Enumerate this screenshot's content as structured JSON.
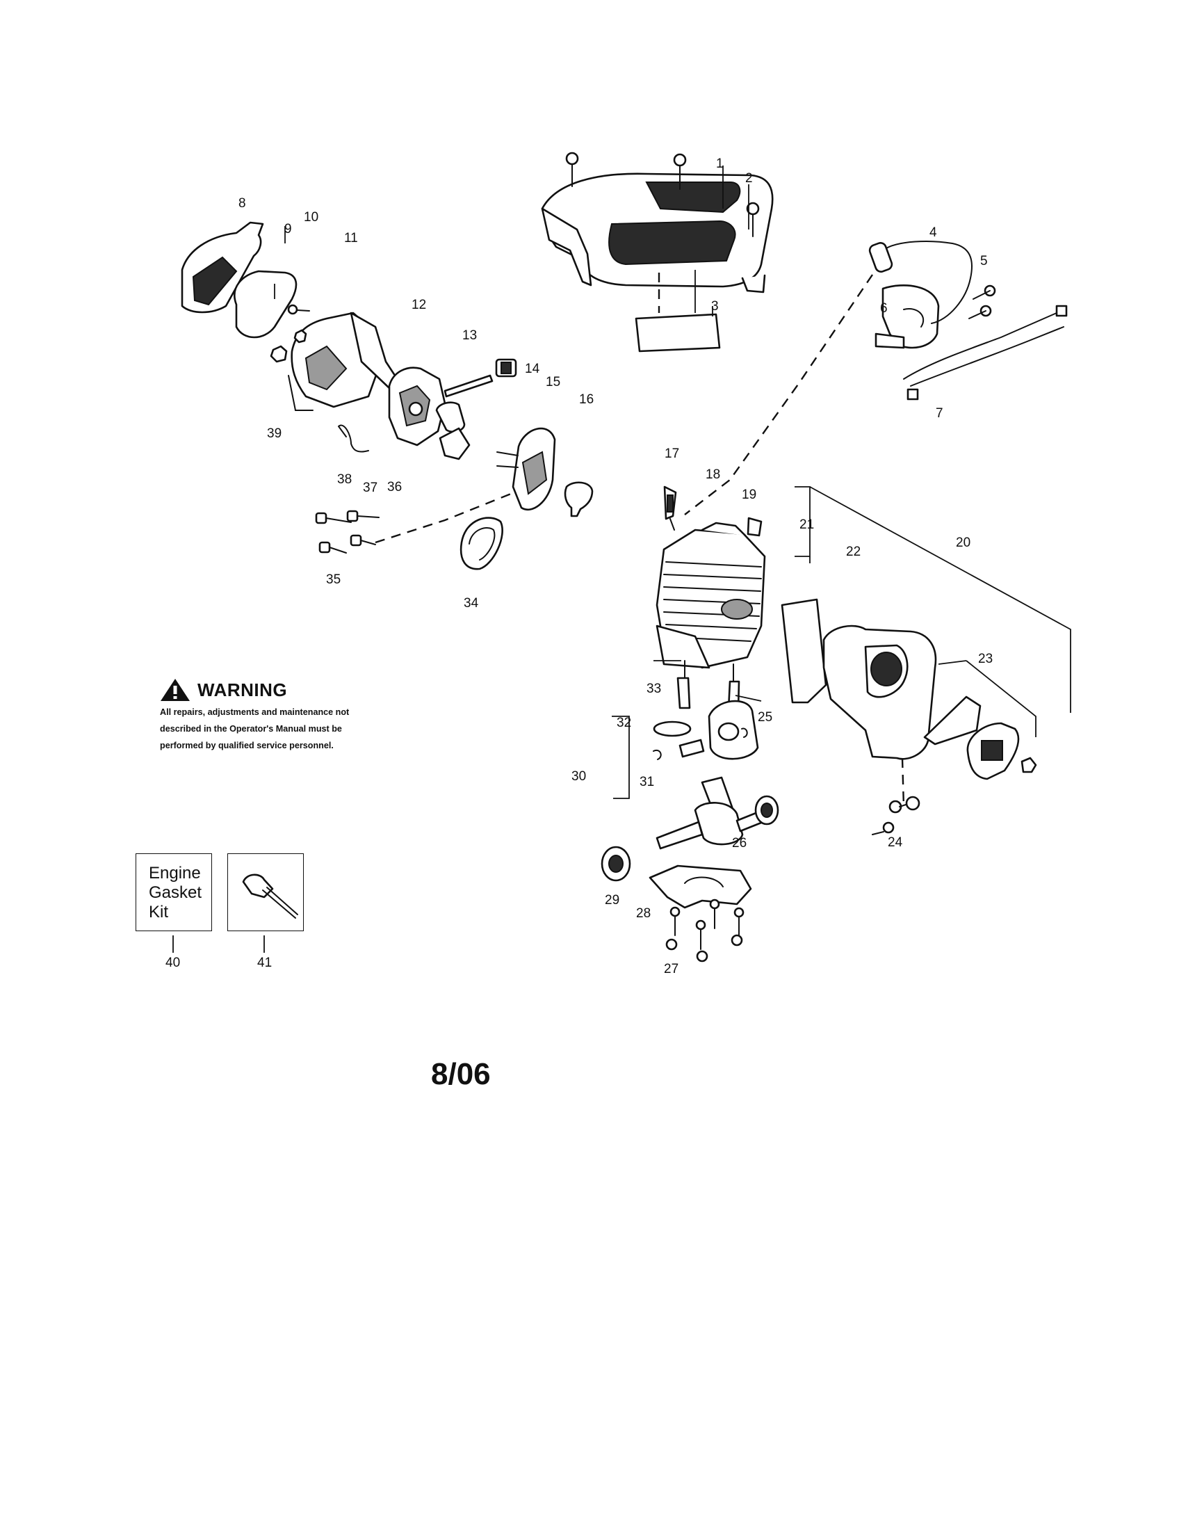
{
  "callouts": [
    "1",
    "2",
    "3",
    "4",
    "5",
    "6",
    "7",
    "8",
    "9",
    "10",
    "11",
    "12",
    "13",
    "14",
    "15",
    "16",
    "17",
    "18",
    "19",
    "20",
    "21",
    "22",
    "23",
    "24",
    "25",
    "26",
    "27",
    "28",
    "29",
    "30",
    "31",
    "32",
    "33",
    "34",
    "35",
    "36",
    "37",
    "38",
    "39",
    "40",
    "41"
  ],
  "warning": {
    "title": "WARNING",
    "lines": [
      "All repairs, adjustments and maintenance not",
      "described in the Operator's Manual must be",
      "performed by qualified  service personnel."
    ]
  },
  "kit": {
    "lines": [
      "Engine",
      "Gasket",
      "Kit"
    ]
  },
  "date": "8/06",
  "icons": [
    "warning-triangle-icon",
    "bolt-icon",
    "spark-plug-icon"
  ]
}
